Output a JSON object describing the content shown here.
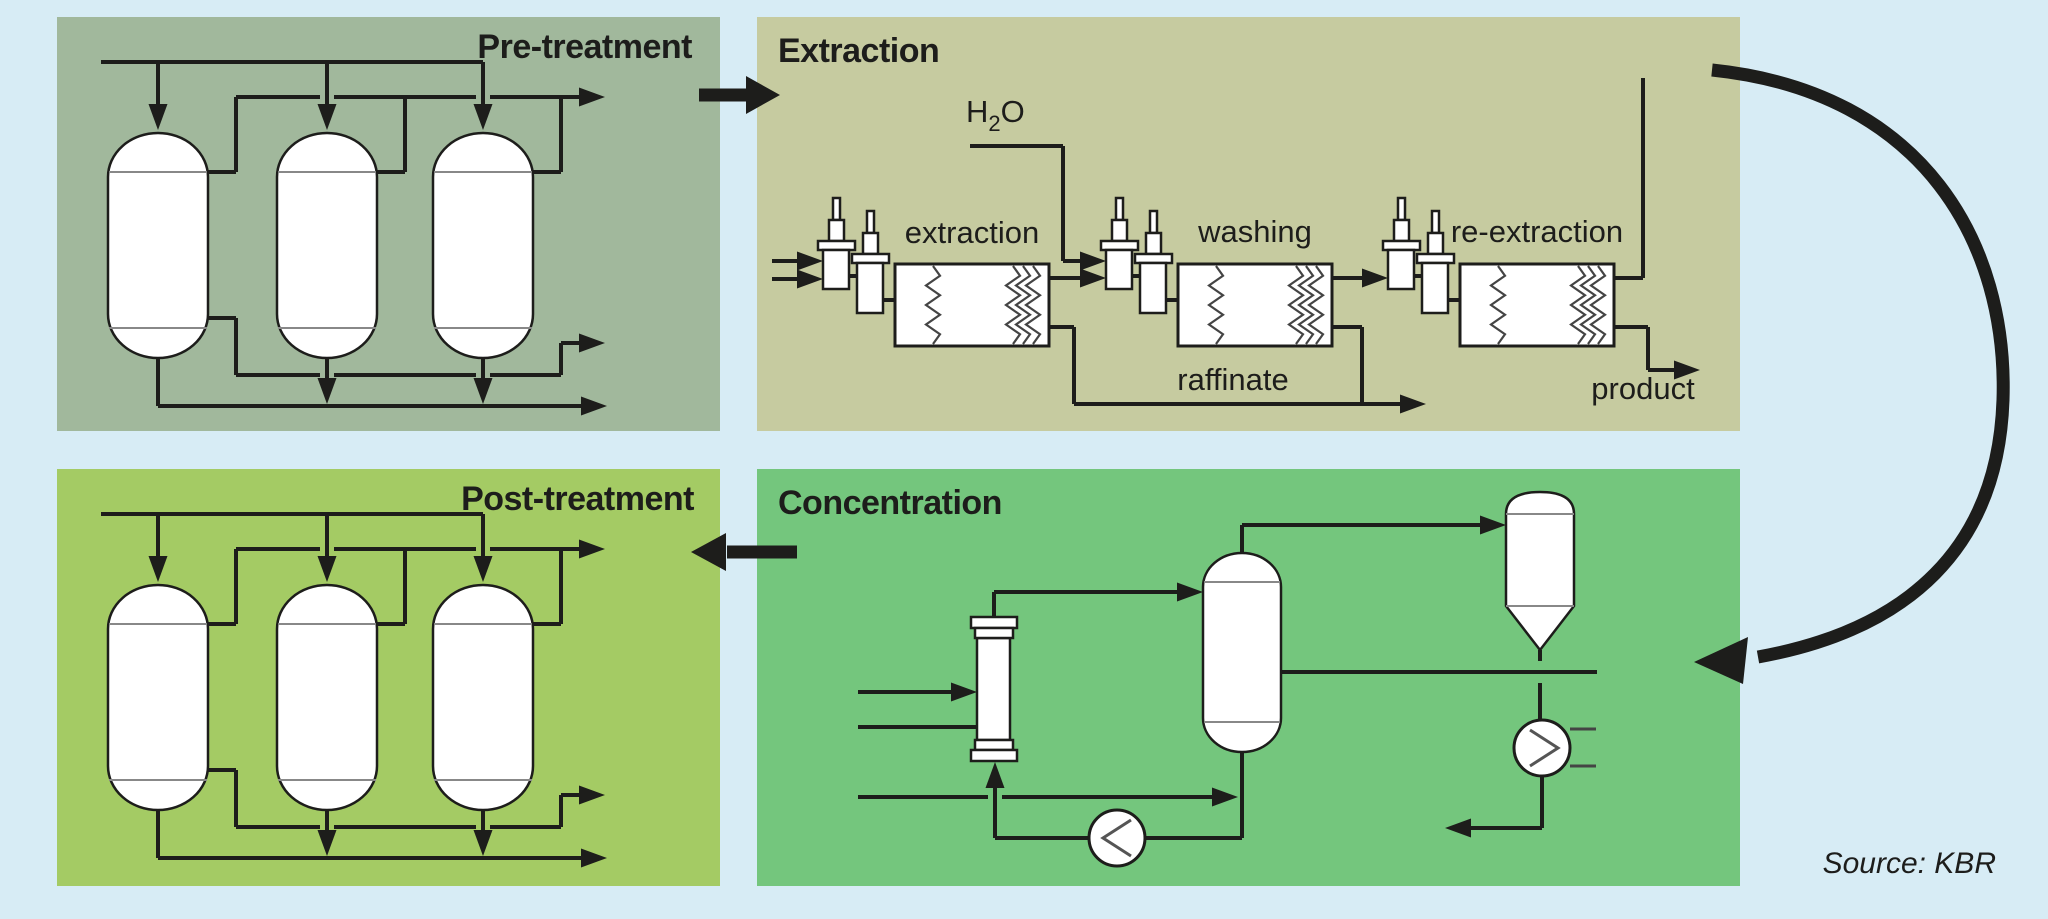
{
  "background_color": "#d7ecf5",
  "line_color": "#1d1d1b",
  "seam_color": "#888888",
  "zigzag_color": "#444444",
  "equipment_fill": "#ffffff",
  "source_note": "Source: KBR",
  "panels": {
    "pretreatment": {
      "title": "Pre-treatment",
      "color": "#a1b89c"
    },
    "extraction": {
      "title": "Extraction",
      "color": "#c6cba0",
      "unit_labels": {
        "extraction": "extraction",
        "washing": "washing",
        "re_extraction": "re-extraction"
      },
      "h2o": {
        "h": "H",
        "sub": "2",
        "o": "O"
      },
      "raffinate_label": "raffinate",
      "product_label": "product"
    },
    "posttreatment": {
      "title": "Post-treatment",
      "color": "#a4cb64"
    },
    "concentration": {
      "title": "Concentration",
      "color": "#74c67d"
    }
  }
}
